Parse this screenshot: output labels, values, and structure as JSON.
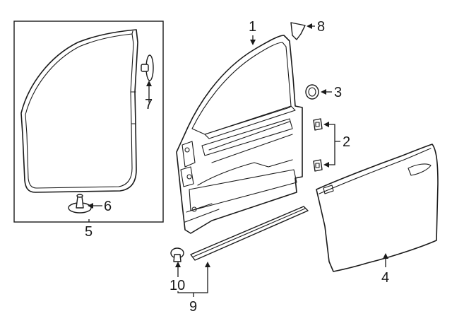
{
  "callouts": {
    "door_shell": "1",
    "door_clips": "2",
    "plug": "3",
    "outer_panel": "4",
    "weatherstrip_kit": "5",
    "weatherstrip_clip": "6",
    "retainer": "7",
    "bracket": "8",
    "lower_molding": "9",
    "molding_clip": "10"
  }
}
